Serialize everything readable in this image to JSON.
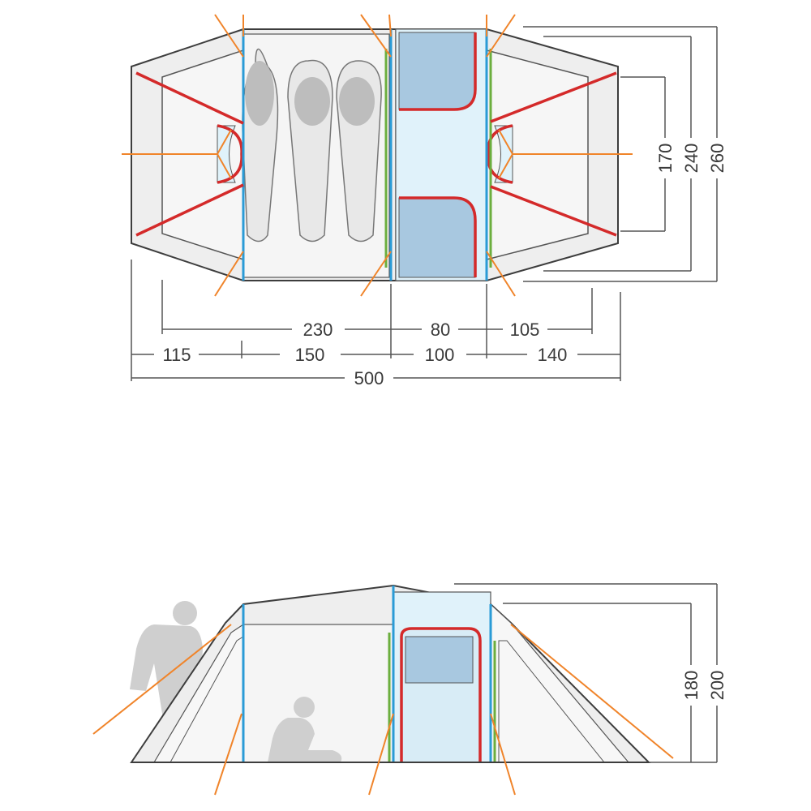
{
  "top_view": {
    "dims_row1": [
      "230",
      "80",
      "105"
    ],
    "dims_row2": [
      "115",
      "150",
      "100",
      "140"
    ],
    "dims_total": "500",
    "dims_right": [
      "170",
      "240",
      "260"
    ]
  },
  "side_view": {
    "dims_right": [
      "180",
      "200"
    ]
  },
  "colors": {
    "outline": "#3d3d3d",
    "pole_blue": "#2a9bd6",
    "pole_green": "#6cae3e",
    "pole_red": "#d42a2a",
    "guy_line": "#f0842a",
    "fabric": "#eeeeee",
    "inner_tent": "#e0f2fa"
  }
}
